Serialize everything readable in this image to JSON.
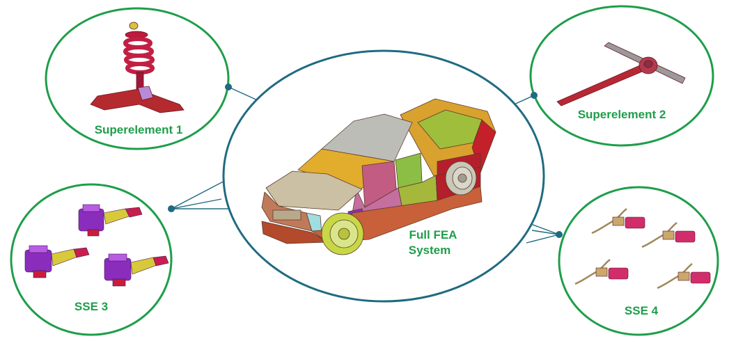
{
  "diagram": {
    "center": {
      "label_line1": "Full FEA",
      "label_line2": "System"
    },
    "superelement_1": {
      "label": "Superelement 1"
    },
    "superelement_2": {
      "label": "Superelement 2"
    },
    "sse_3": {
      "label": "SSE 3"
    },
    "sse_4": {
      "label": "SSE 4"
    }
  },
  "colors": {
    "ring_green": "#1e9e4a",
    "center_ring": "#1f6b80",
    "connector": "#1f6b80",
    "label_green": "#1e9e4a"
  }
}
